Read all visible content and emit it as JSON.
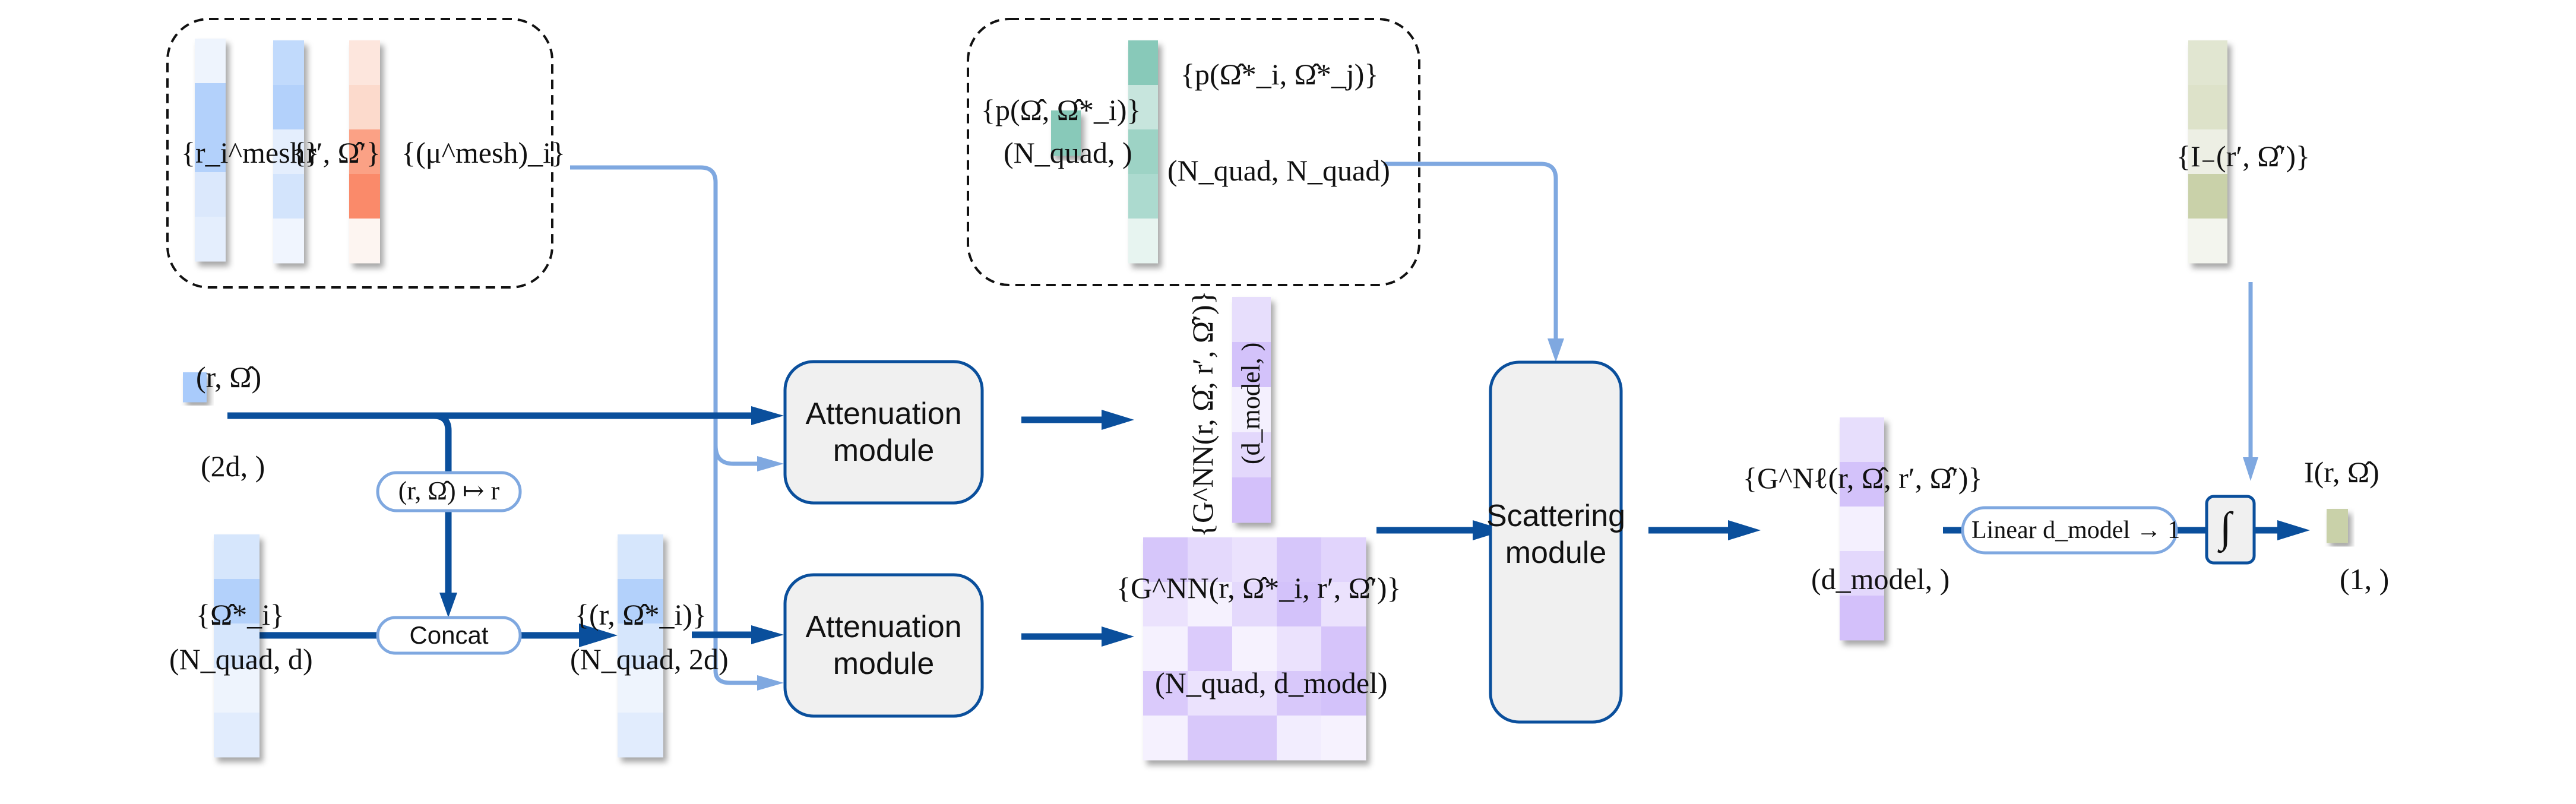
{
  "diagram": {
    "colors": {
      "main_arrow": "#0a4f9c",
      "aux_arrow": "#7fa8e0",
      "module_fill": "#f0f0f0",
      "module_stroke": "#0a4f9c",
      "pill_stroke": "#7fa8e0",
      "dashed": "#111111"
    },
    "inputs_group": {
      "mesh_positions": {
        "label": "{r_i^mesh}",
        "colors": [
          "#eef4fd",
          "#b3d1fb",
          "#b3d1fb",
          "#dbe8fc",
          "#e4eefd"
        ]
      },
      "primed_points": {
        "label": "{r′, Ω̂′}",
        "colors": [
          "#c1dafc",
          "#b3d1fb",
          "#e4eefd",
          "#d3e4fc",
          "#f0f5fe"
        ]
      },
      "attenuation": {
        "label": "{(μ^mesh)_i}",
        "colors": [
          "#fde6dd",
          "#fcdacc",
          "#fba185",
          "#fa8a6a",
          "#fdf5f1"
        ]
      }
    },
    "query": {
      "label": "(r, Ω̂)",
      "shape": "(2d, )",
      "color": "#a9cbfb"
    },
    "quad_dirs": {
      "label": "{Ω̂*_i}",
      "shape": "(N_quad, d)",
      "colors": [
        "#d6e6fc",
        "#b3d1fb",
        "#d6e6fc",
        "#eef4fd",
        "#e1ecfd"
      ]
    },
    "projection_pill": {
      "label": "(r, Ω̂) ↦ r"
    },
    "concat_pill": {
      "label": "Concat"
    },
    "concat_out": {
      "label": "{(r, Ω̂*_i)}",
      "shape": "(N_quad, 2d)",
      "colors": [
        "#d6e6fc",
        "#b3d1fb",
        "#d6e6fc",
        "#eef4fd",
        "#e1ecfd"
      ]
    },
    "modules": {
      "attenuation_1": "Attenuation module",
      "attenuation_2": "Attenuation module",
      "scattering": "Scattering module"
    },
    "phase_group": {
      "p_vec": {
        "label": "{p(Ω̂, Ω̂*_i)}",
        "shape": "(N_quad, )",
        "color": "#88c9b9"
      },
      "p_mat": {
        "label": "{p(Ω̂*_i, Ω̂*_j)}",
        "shape": "(N_quad, N_quad)",
        "colors": [
          "#88c9b9",
          "#c7e5dd",
          "#9dd3c5",
          "#acdacf",
          "#e7f4f0"
        ]
      }
    },
    "gnn_single": {
      "label": "{G^NN(r, Ω̂, r′, Ω̂′)}",
      "shape": "(d_model, )",
      "colors": [
        "#e7defc",
        "#d3c2fa",
        "#f4f0fe",
        "#e3d8fc",
        "#d3c0fa"
      ]
    },
    "gnn_matrix": {
      "label": "{G^NN(r, Ω̂*_i, r′, Ω̂′)}",
      "shape": "(N_quad, d_model)",
      "cells": [
        [
          "#d6c6fa",
          "#e4d9fc",
          "#ebe2fd",
          "#d6c6fa",
          "#e1d4fc"
        ],
        [
          "#ebe2fd",
          "#f5f1fe",
          "#e4d9fc",
          "#d3c2fa",
          "#ebe2fd"
        ],
        [
          "#f5f1fe",
          "#dbcbfb",
          "#f6f2fe",
          "#ebe2fd",
          "#d6c4fa"
        ],
        [
          "#dacafb",
          "#ebe2fd",
          "#ebe2fd",
          "#d8c8fa",
          "#d3c2fa"
        ],
        [
          "#f5f1fe",
          "#d8c8fa",
          "#d8c8fa",
          "#f2edfe",
          "#f6f2fe"
        ]
      ]
    },
    "incoming": {
      "label": "{I₋(r′, Ω̂′)}",
      "colors": [
        "#e1e6d1",
        "#dde2c9",
        "#edefe4",
        "#c9d1a9",
        "#f3f5ee"
      ]
    },
    "gnl": {
      "label": "{G^Nℓ(r, Ω̂, r′, Ω̂′)}",
      "shape": "(d_model, )",
      "colors": [
        "#e7defc",
        "#d3c2fa",
        "#f4f0fe",
        "#e3d8fc",
        "#d3c0fa"
      ]
    },
    "linear_pill": {
      "label": "Linear d_model → 1"
    },
    "integral_box": {
      "symbol": "∫",
      "icon": "integral-icon"
    },
    "output": {
      "label": "I(r, Ω̂)",
      "shape": "(1, )",
      "color": "#c9d1a9"
    }
  }
}
